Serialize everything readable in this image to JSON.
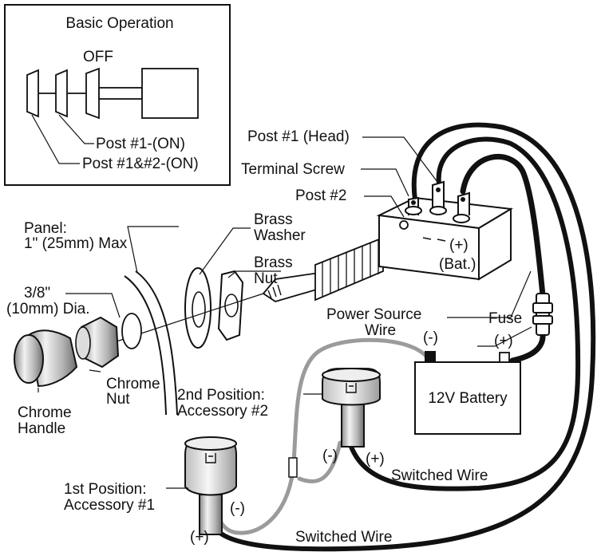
{
  "inset": {
    "title": "Basic Operation",
    "off": "OFF",
    "post1": "Post #1-(ON)",
    "post12": "Post #1&#2-(ON)"
  },
  "switch_labels": {
    "post1_head": "Post #1 (Head)",
    "terminal_screw": "Terminal Screw",
    "post2": "Post #2",
    "bat": "(Bat.)",
    "plus": "(+)",
    "power_source_1": "Power Source",
    "power_source_2": "Wire"
  },
  "hardware": {
    "panel_1": "Panel:",
    "panel_2": "1\" (25mm) Max",
    "hole_1": "3/8\"",
    "hole_2": "(10mm) Dia.",
    "washer_1": "Brass",
    "washer_2": "Washer",
    "nut_1": "Brass",
    "nut_2": "Nut",
    "chrome_nut_1": "Chrome",
    "chrome_nut_2": "Nut",
    "handle_1": "Chrome",
    "handle_2": "Handle"
  },
  "battery": {
    "label": "12V Battery",
    "neg": "(-)",
    "pos": "(+)",
    "fuse": "Fuse"
  },
  "accessories": {
    "acc2_1": "2nd Position:",
    "acc2_2": "Accessory #2",
    "acc1_1": "1st Position:",
    "acc1_2": "Accessory #1",
    "acc2_neg": "(-)",
    "acc2_pos": "(+)",
    "acc1_neg": "(-)",
    "acc1_pos": "(+)"
  },
  "wires": {
    "switched_1": "Switched Wire",
    "switched_2": "Switched Wire"
  }
}
